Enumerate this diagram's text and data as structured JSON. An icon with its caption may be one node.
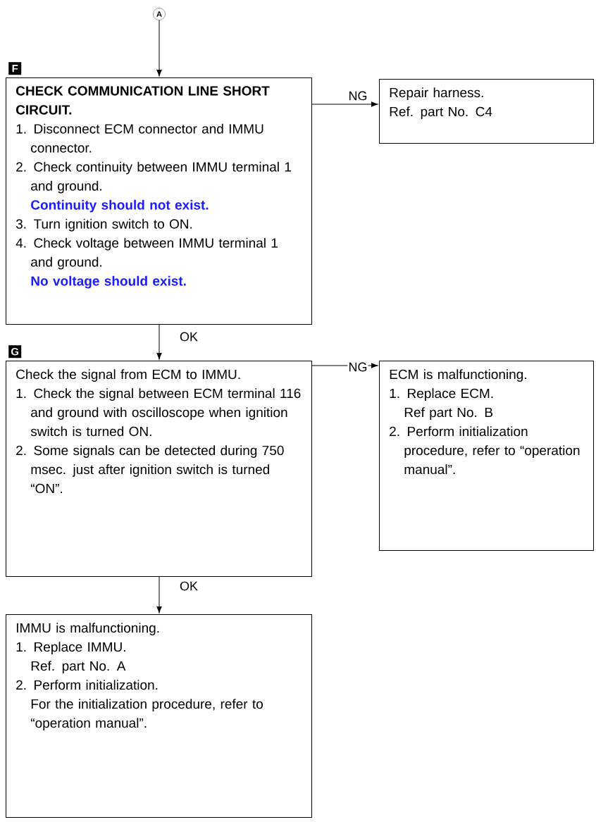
{
  "diagram": {
    "nodes": [
      {
        "text": [
          "A"
        ]
      },
      {
        "text": [
          "F",
          "CHECK COMMUNICATION LINE SHORT CIRCUIT.",
          "1. Disconnect ECM connector and IMMU connector.",
          "2. Check continuity between IMMU terminal 1 and ground.",
          "Continuity should not exist.",
          "3. Turn ignition switch to ON.",
          "4. Check voltage between IMMU terminal 1 and ground.",
          "No voltage should exist."
        ]
      },
      {
        "text": [
          "Repair harness.",
          "Ref. part No. C4"
        ]
      },
      {
        "text": [
          "G",
          "Check the signal from ECM to IMMU.",
          "1. Check the signal between ECM terminal 116 and ground with oscilloscope when ignition switch is turned ON.",
          "2. Some signals can be detected during 750 msec. just after ignition switch is turned “ON”."
        ]
      },
      {
        "text": [
          "ECM is malfunctioning.",
          "1. Replace ECM.",
          "Ref part No. B",
          "2. Perform initialization procedure, refer to “operation manual”."
        ]
      },
      {
        "text": [
          "IMMU is malfunctioning.",
          "1. Replace IMMU.",
          "Ref. part No. A",
          "2. Perform initialization.",
          "For the initialization procedure, refer to “operation manual”."
        ]
      }
    ],
    "edges": [
      {
        "from": 0,
        "to": 1,
        "arrow": "to"
      },
      {
        "from": 1,
        "to": 2,
        "arrow": "to",
        "label": "NG"
      },
      {
        "from": 1,
        "to": 3,
        "arrow": "to",
        "label": "OK"
      },
      {
        "from": 3,
        "to": 4,
        "arrow": "to",
        "label": "NG"
      },
      {
        "from": 3,
        "to": 5,
        "arrow": "to",
        "label": "OK"
      }
    ]
  }
}
